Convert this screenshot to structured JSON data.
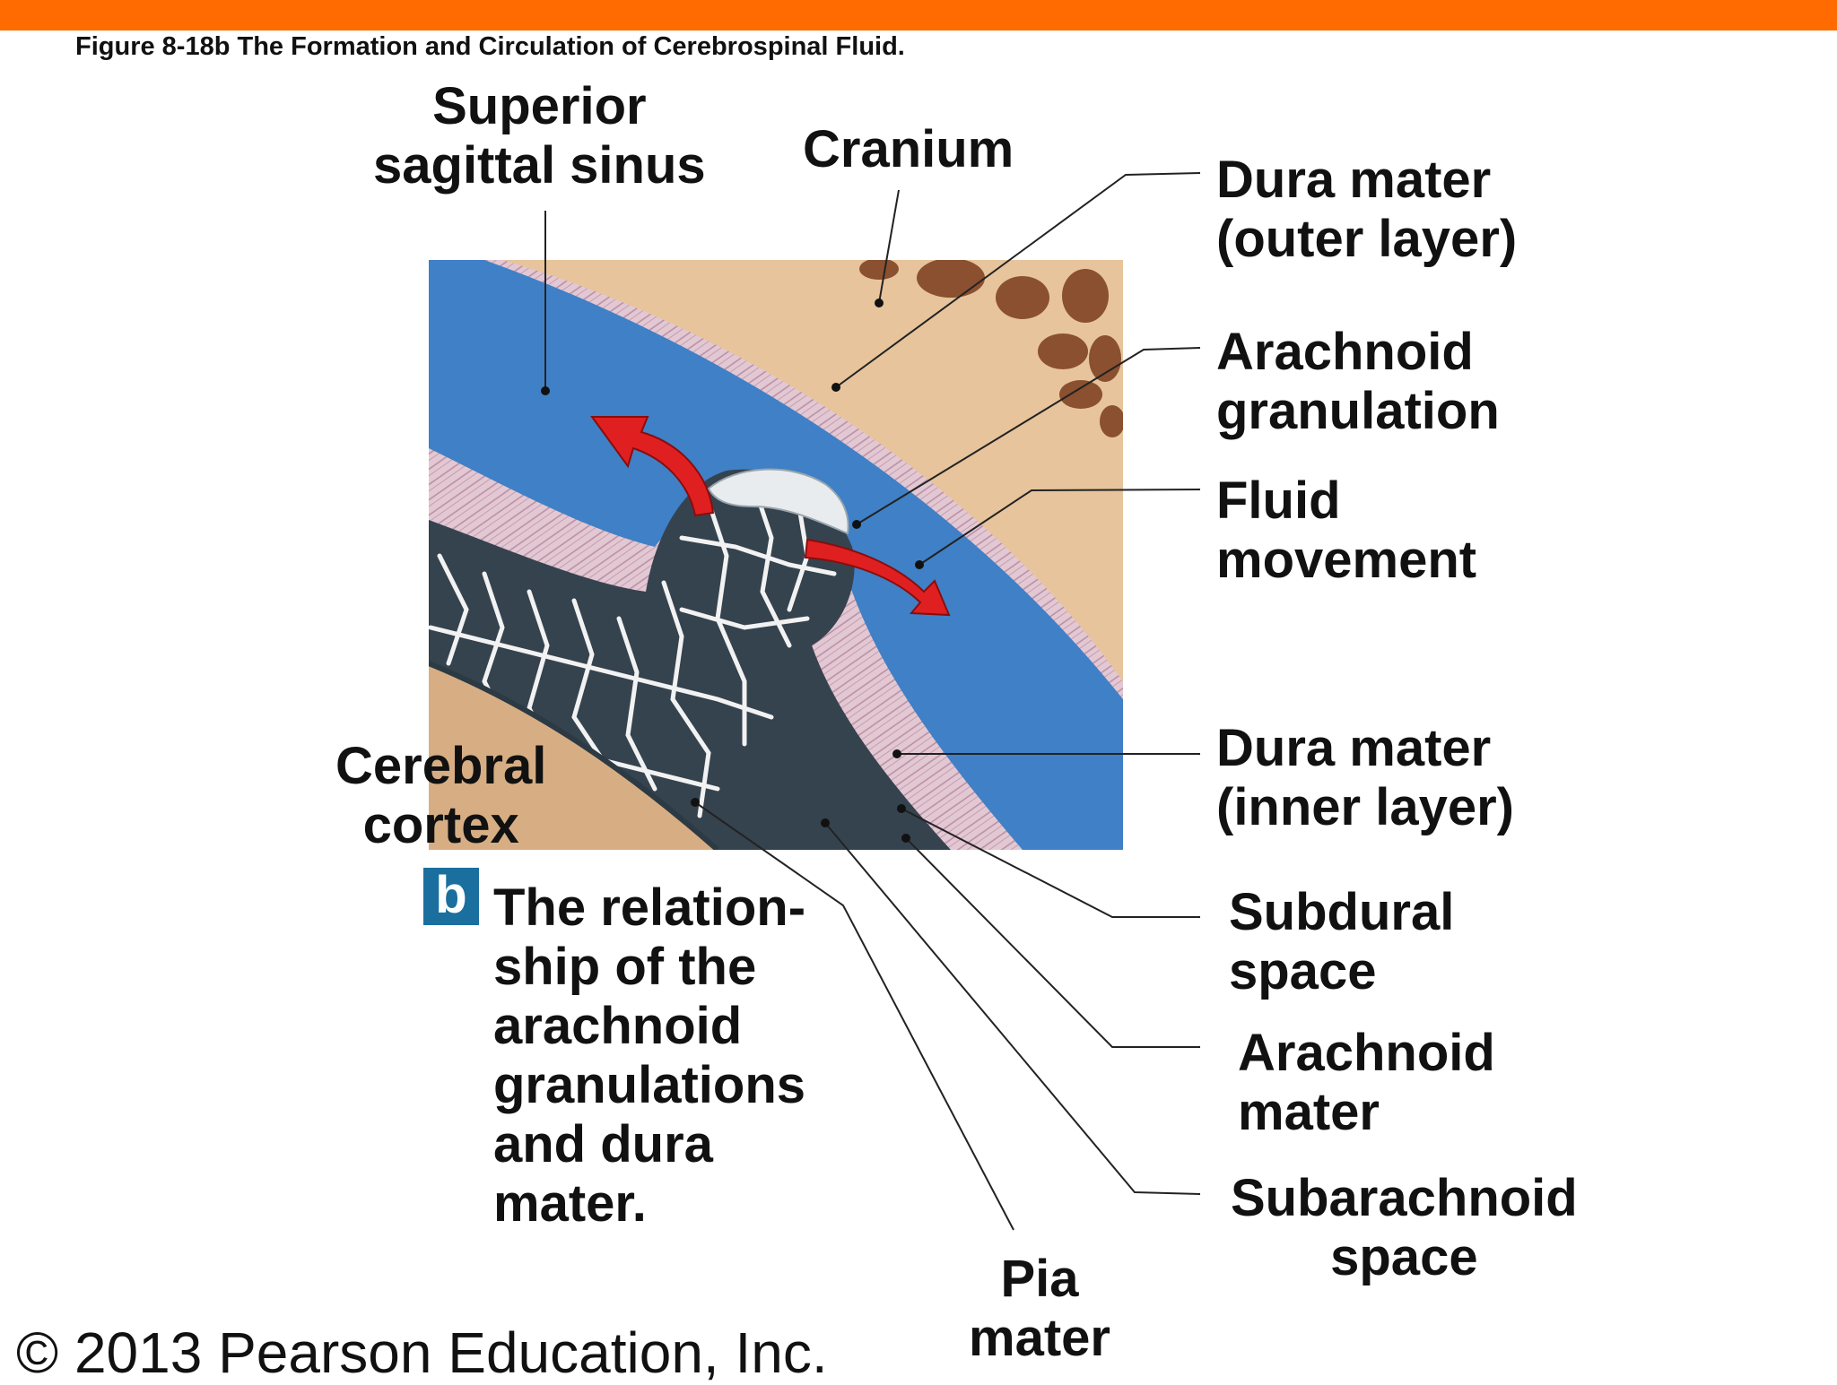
{
  "figure_caption": "Figure 8-18b  The Formation and Circulation of Cerebrospinal Fluid.",
  "labels": {
    "superior_sagittal_sinus": [
      "Superior",
      "sagittal sinus"
    ],
    "cranium": [
      "Cranium"
    ],
    "dura_outer": [
      "Dura mater",
      "(outer layer)"
    ],
    "arachnoid_granulation": [
      "Arachnoid",
      "granulation"
    ],
    "fluid_movement": [
      "Fluid",
      "movement"
    ],
    "dura_inner": [
      "Dura mater",
      "(inner layer)"
    ],
    "subdural_space": [
      "Subdural",
      "space"
    ],
    "arachnoid_mater": [
      "Arachnoid",
      "mater"
    ],
    "subarachnoid_space": [
      "Subarachnoid",
      "space"
    ],
    "pia_mater": [
      "Pia",
      "mater"
    ],
    "cerebral_cortex": [
      "Cerebral",
      "cortex"
    ]
  },
  "panel": {
    "letter": "b",
    "description": [
      "The relation-",
      "ship of the",
      "arachnoid",
      "granulations",
      "and dura",
      "mater."
    ]
  },
  "copyright": "© 2013 Pearson Education, Inc.",
  "colors": {
    "top_bar": "#ff6b00",
    "sinus_blue": "#3f80c6",
    "dura_pink": "#e2c8d3",
    "bone_tan": "#e7c49c",
    "cortex_tan": "#d7ae84",
    "arachnoid_dark": "#35434f",
    "arrow_red": "#e02020",
    "panel_badge": "#1a6f9f"
  }
}
